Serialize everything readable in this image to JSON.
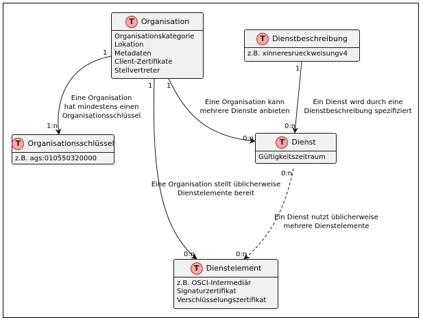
{
  "entities": {
    "organisation": {
      "icon": "T",
      "name": "Organisation",
      "attributes": [
        "Organisationskategorie",
        "Lokation",
        "Metadaten",
        "Client-Zertifikate",
        "Stellvertreter"
      ]
    },
    "dienstbeschreibung": {
      "icon": "T",
      "name": "Dienstbeschreibung",
      "attributes": [
        "z.B. xinneresrueckweisungv4"
      ]
    },
    "organisationsschluessel": {
      "icon": "T",
      "name": "Organisationsschlüssel",
      "attributes": [
        "z.B. ags:010550320000"
      ]
    },
    "dienst": {
      "icon": "T",
      "name": "Dienst",
      "attributes": [
        "Gültigkeitszeitraum"
      ]
    },
    "dienstelement": {
      "icon": "T",
      "name": "Dienstelement",
      "attributes": [
        "z.B. OSCI-Intermediär",
        "Signaturzertifikat",
        "Verschlüsselungszertifikat"
      ]
    }
  },
  "relations": [
    {
      "id": "org-schluessel",
      "label": [
        "Eine Organisation",
        "hat mindestens einen",
        "Organisationsschlüssel"
      ],
      "source_multiplicity": "1",
      "target_multiplicity": "1:n",
      "line_style": "solid"
    },
    {
      "id": "org-dienst",
      "label": [
        "Eine Organisation kann",
        "mehrere Dienste anbieten"
      ],
      "source_multiplicity": "1",
      "target_multiplicity": "0:n",
      "line_style": "solid"
    },
    {
      "id": "beschreibung-dienst",
      "label": [
        "Ein Dienst wird durch eine",
        "Dienstbeschreibung spezifiziert"
      ],
      "source_multiplicity": "1",
      "target_multiplicity": "0:n",
      "line_style": "solid"
    },
    {
      "id": "org-dienstelement",
      "label": [
        "Eine Organisation stellt üblicherweise",
        "Dienstelemente bereit"
      ],
      "source_multiplicity": "1",
      "target_multiplicity": "0:n",
      "line_style": "solid"
    },
    {
      "id": "dienst-dienstelement",
      "label": [
        "Ein Dienst nutzt üblicherweise",
        "mehrere Dienstelemente"
      ],
      "source_multiplicity": "0:n",
      "target_multiplicity": "0:n",
      "line_style": "dashed"
    }
  ]
}
